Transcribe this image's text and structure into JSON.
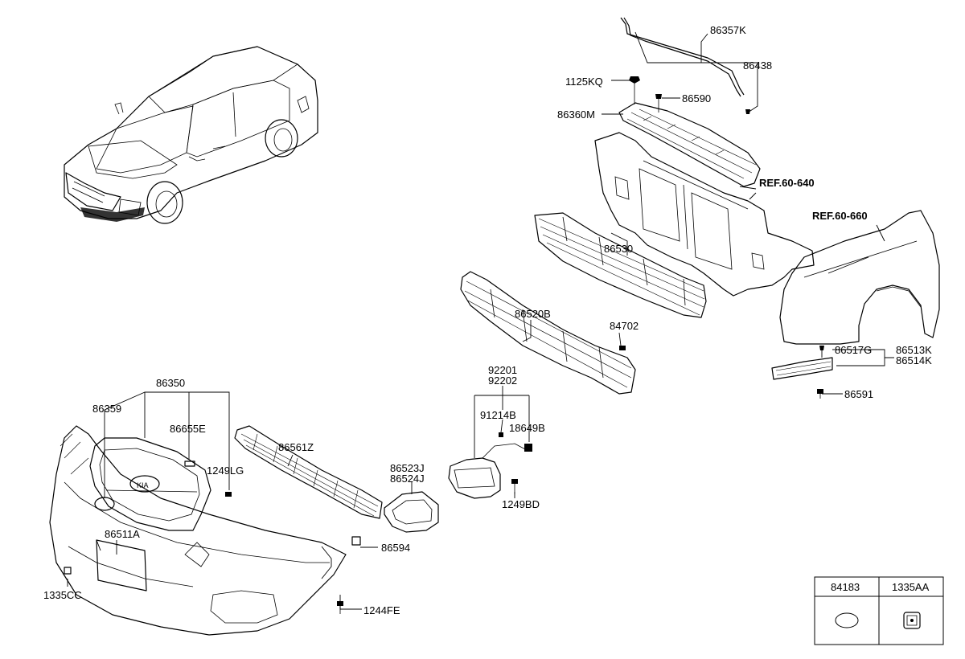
{
  "callouts": {
    "c86357K": "86357K",
    "c86438": "86438",
    "c1125KQ": "1125KQ",
    "c86590": "86590",
    "c86360M": "86360M",
    "ref640": "REF.60-640",
    "ref660": "REF.60-660",
    "c86530": "86530",
    "c86520B": "86520B",
    "c84702": "84702",
    "c92201": "92201",
    "c92202": "92202",
    "c91214B": "91214B",
    "c18649B": "18649B",
    "c86523J": "86523J",
    "c86524J": "86524J",
    "c1249BD": "1249BD",
    "c86350": "86350",
    "c86359": "86359",
    "c86655E": "86655E",
    "c1249LG": "1249LG",
    "c86561Z": "86561Z",
    "c86511A": "86511A",
    "c1335CC": "1335CC",
    "c86594": "86594",
    "c1244FE": "1244FE",
    "c86517G": "86517G",
    "c86513K": "86513K",
    "c86514K": "86514K",
    "c86591": "86591"
  },
  "legend_table": {
    "col1": "84183",
    "col2": "1335AA"
  }
}
